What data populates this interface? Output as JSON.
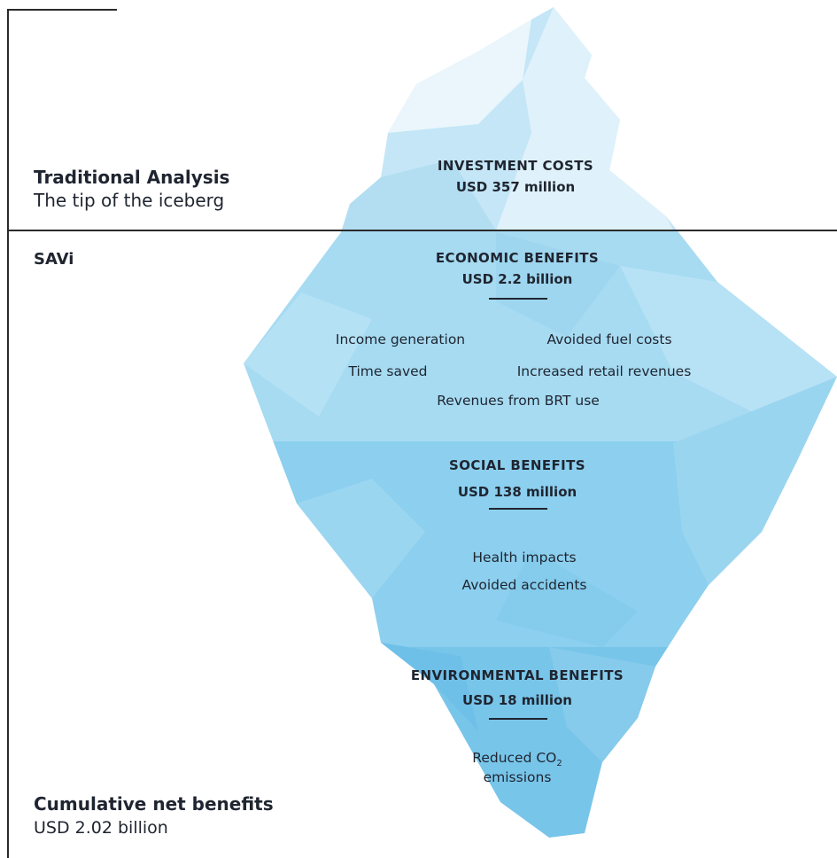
{
  "side_labels": {
    "traditional": {
      "title": "Traditional Analysis",
      "subtitle": "The tip of the iceberg"
    },
    "savi": {
      "title": "SAVi"
    },
    "cumulative": {
      "title": "Cumulative net benefits",
      "value": "USD 2.02 billion"
    }
  },
  "tiers": {
    "investment": {
      "heading": "INVESTMENT COSTS",
      "amount": "USD 357 million"
    },
    "economic": {
      "heading": "ECONOMIC BENEFITS",
      "amount": "USD 2.2 billion",
      "items": [
        "Income generation",
        "Avoided fuel costs",
        "Time saved",
        "Increased retail revenues",
        "Revenues from BRT use"
      ]
    },
    "social": {
      "heading": "SOCIAL BENEFITS",
      "amount": "USD 138 million",
      "items": [
        "Health impacts",
        "Avoided accidents"
      ]
    },
    "environmental": {
      "heading": "ENVIRONMENTAL BENEFITS",
      "amount": "USD 18 million",
      "items": [
        "Reduced CO",
        "2",
        "emissions"
      ]
    }
  },
  "colors": {
    "tip_light": "#e6f4fb",
    "tip_mid": "#c4e6f6",
    "upper": "#a9dcf3",
    "middle": "#8fd0ee",
    "lower": "#79c6ea",
    "line": "#2a2a2a"
  }
}
